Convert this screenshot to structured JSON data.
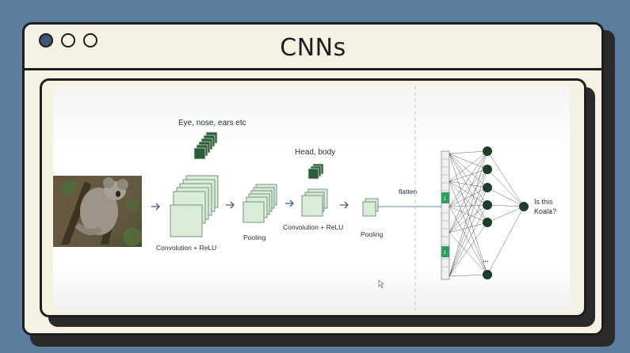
{
  "window": {
    "title": "CNNs"
  },
  "diagram": {
    "label_features_1": "Eye, nose, ears etc",
    "label_features_2": "Head, body",
    "label_conv_1": "Convolution + ReLU",
    "label_pool_1": "Pooling",
    "label_conv_2": "Convolution + ReLU",
    "label_pool_2": "Pooling",
    "label_flatten": "flatten",
    "label_question_1": "Is this",
    "label_question_2": "Koala?",
    "label_flat_cell_1": "1",
    "label_flat_cell_2": "1",
    "label_ellipsis": "..."
  },
  "colors": {
    "feature_map_fill": "#d8ecd8",
    "feature_map_stroke": "#6a8a70",
    "neuron": "#1f3d28",
    "flat_active": "#2e9e5b",
    "accent_blue": "#3a5b8c"
  }
}
